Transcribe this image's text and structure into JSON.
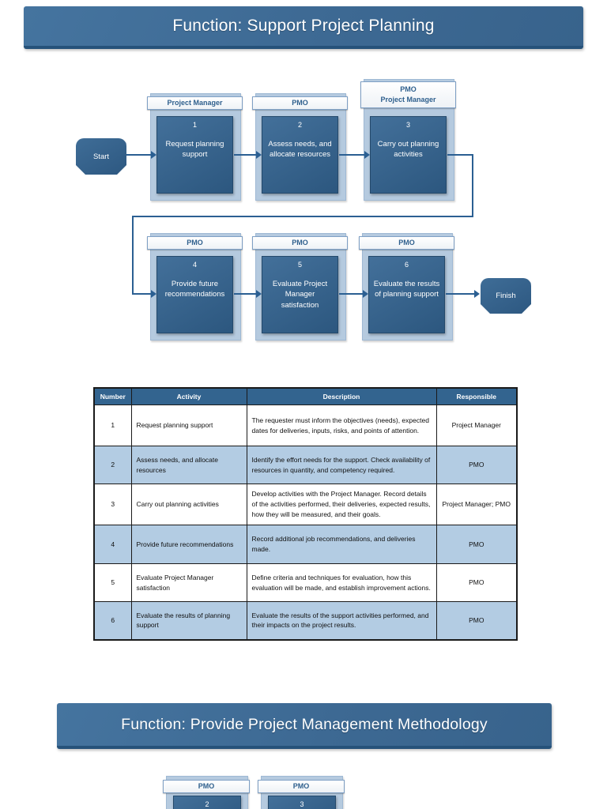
{
  "titles": {
    "section1": "Function: Support Project Planning",
    "section2": "Function: Provide Project Management Methodology"
  },
  "flowchart": {
    "start": "Start",
    "finish": "Finish",
    "steps": [
      {
        "number": "1",
        "role": "Project Manager",
        "label": "Request planning support"
      },
      {
        "number": "2",
        "role": "PMO",
        "label": "Assess needs, and allocate resources"
      },
      {
        "number": "3",
        "role": "PMO",
        "role_line2": "Project Manager",
        "label": "Carry out planning activities"
      },
      {
        "number": "4",
        "role": "PMO",
        "label": "Provide future recommendations"
      },
      {
        "number": "5",
        "role": "PMO",
        "label": "Evaluate Project Manager satisfaction"
      },
      {
        "number": "6",
        "role": "PMO",
        "label": "Evaluate the results of planning support"
      }
    ]
  },
  "activity_table": {
    "headers": [
      "Number",
      "Activity",
      "Description",
      "Responsible"
    ],
    "rows": [
      {
        "number": "1",
        "activity": "Request planning support",
        "description": "The requester must inform the objectives (needs), expected dates for deliveries, inputs, risks, and points of attention.",
        "responsible": "Project Manager"
      },
      {
        "number": "2",
        "activity": "Assess needs, and allocate resources",
        "description": "Identify the effort needs for the support. Check availability of resources in quantity, and competency required.",
        "responsible": "PMO"
      },
      {
        "number": "3",
        "activity": "Carry out planning activities",
        "description": "Develop activities with the Project Manager. Record details of the activities performed, their deliveries, expected results, how they will be measured, and their goals.",
        "responsible": "Project Manager; PMO"
      },
      {
        "number": "4",
        "activity": "Provide future recommendations",
        "description": "Record additional job recommendations, and deliveries made.",
        "responsible": "PMO"
      },
      {
        "number": "5",
        "activity": "Evaluate Project Manager satisfaction",
        "description": "Define criteria and techniques for evaluation, how this evaluation will be made, and establish improvement actions.",
        "responsible": "PMO"
      },
      {
        "number": "6",
        "activity": "Evaluate the results of planning support",
        "description": "Evaluate the results of the support activities performed, and their impacts on the project results.",
        "responsible": "PMO"
      }
    ]
  },
  "flowchart2": {
    "steps": [
      {
        "number": "2",
        "role": "PMO"
      },
      {
        "number": "3",
        "role": "PMO"
      }
    ]
  },
  "colors": {
    "banner": "#3d6993",
    "banner_edge": "#26527a",
    "frame": "#b5cadf",
    "box_dark": "#33608c",
    "header_text": "#2e5f8d",
    "table_header": "#33648f",
    "row_alt": "#b3cce3",
    "connector": "#2b5f92"
  }
}
